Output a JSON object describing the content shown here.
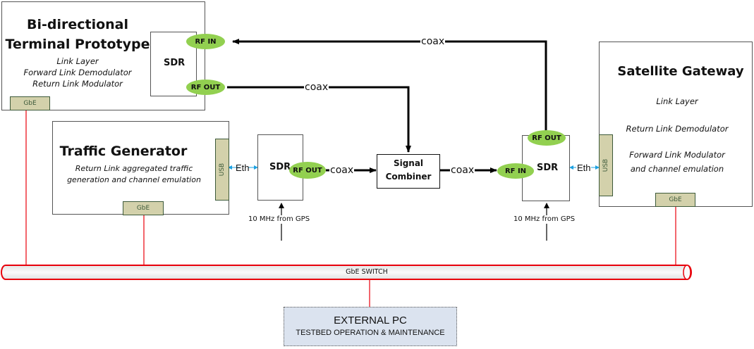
{
  "terminal": {
    "title_line1": "Bi-directional",
    "title_line2": "Terminal Prototype",
    "features": [
      "Link Layer",
      "Forward Link Demodulator",
      "Return Link Modulator"
    ],
    "gbe_port": "GbE",
    "sdr_label": "SDR",
    "rf_in": "RF IN",
    "rf_out": "RF OUT"
  },
  "traffic_generator": {
    "title": "Traffic Generator",
    "desc_line1": "Return Link aggregated traffic",
    "desc_line2": "generation and channel emulation",
    "usb_port": "USB",
    "gbe_port": "GbE"
  },
  "left_sdr": {
    "label": "SDR",
    "rf_out": "RF OUT",
    "eth_label": "Eth",
    "clock_label": "10 MHz from GPS"
  },
  "signal_combiner": {
    "line1": "Signal",
    "line2": "Combiner"
  },
  "right_sdr": {
    "label": "SDR",
    "rf_in": "RF IN",
    "rf_out": "RF OUT",
    "eth_label": "Eth",
    "clock_label": "10 MHz from GPS"
  },
  "gateway": {
    "title": "Satellite Gateway",
    "features": [
      "Link Layer",
      "Return Link Demodulator",
      "Forward Link Modulator",
      "and channel emulation"
    ],
    "usb_port": "USB",
    "gbe_port": "GbE"
  },
  "links": {
    "coax_top": "coax",
    "coax_mid": "coax",
    "coax_left": "coax",
    "coax_right": "coax"
  },
  "switch": {
    "label": "GbE SWITCH"
  },
  "external_pc": {
    "title": "EXTERNAL PC",
    "subtitle": "TESTBED OPERATION & MAINTENANCE"
  },
  "colors": {
    "rf_port": "#92d050",
    "io_port": "#d3d1ab",
    "ethernet_line": "#e8000b",
    "eth_arrow": "#1ba1e2",
    "external_pc_fill": "#dbe3ef"
  }
}
